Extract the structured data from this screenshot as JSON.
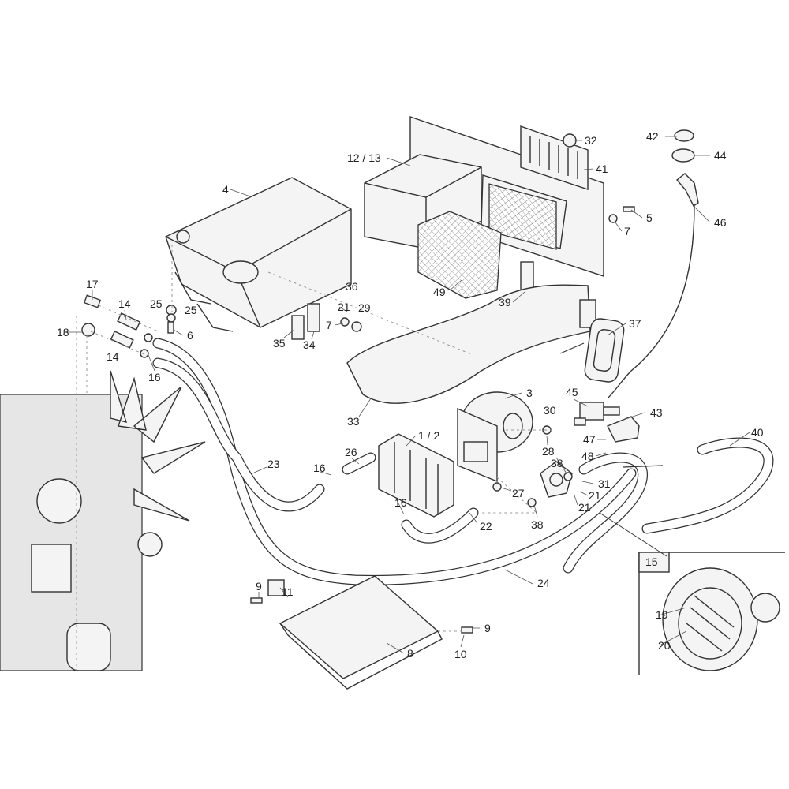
{
  "callouts": [
    {
      "text": "12 / 13"
    },
    {
      "text": "4"
    },
    {
      "text": "32"
    },
    {
      "text": "42"
    },
    {
      "text": "44"
    },
    {
      "text": "41"
    },
    {
      "text": "5"
    },
    {
      "text": "7"
    },
    {
      "text": "46"
    },
    {
      "text": "49"
    },
    {
      "text": "39"
    },
    {
      "text": "37"
    },
    {
      "text": "17"
    },
    {
      "text": "14"
    },
    {
      "text": "25"
    },
    {
      "text": "25"
    },
    {
      "text": "36"
    },
    {
      "text": "21"
    },
    {
      "text": "29"
    },
    {
      "text": "18"
    },
    {
      "text": "6"
    },
    {
      "text": "7"
    },
    {
      "text": "35"
    },
    {
      "text": "34"
    },
    {
      "text": "14"
    },
    {
      "text": "16"
    },
    {
      "text": "33"
    },
    {
      "text": "3"
    },
    {
      "text": "45"
    },
    {
      "text": "30"
    },
    {
      "text": "43"
    },
    {
      "text": "40"
    },
    {
      "text": "1 / 2"
    },
    {
      "text": "28"
    },
    {
      "text": "47"
    },
    {
      "text": "48"
    },
    {
      "text": "26"
    },
    {
      "text": "23"
    },
    {
      "text": "16"
    },
    {
      "text": "38"
    },
    {
      "text": "31"
    },
    {
      "text": "27"
    },
    {
      "text": "21"
    },
    {
      "text": "21"
    },
    {
      "text": "16"
    },
    {
      "text": "22"
    },
    {
      "text": "38"
    },
    {
      "text": "15"
    },
    {
      "text": "24"
    },
    {
      "text": "9"
    },
    {
      "text": "11"
    },
    {
      "text": "19"
    },
    {
      "text": "9"
    },
    {
      "text": "20"
    },
    {
      "text": "8"
    },
    {
      "text": "10"
    }
  ]
}
